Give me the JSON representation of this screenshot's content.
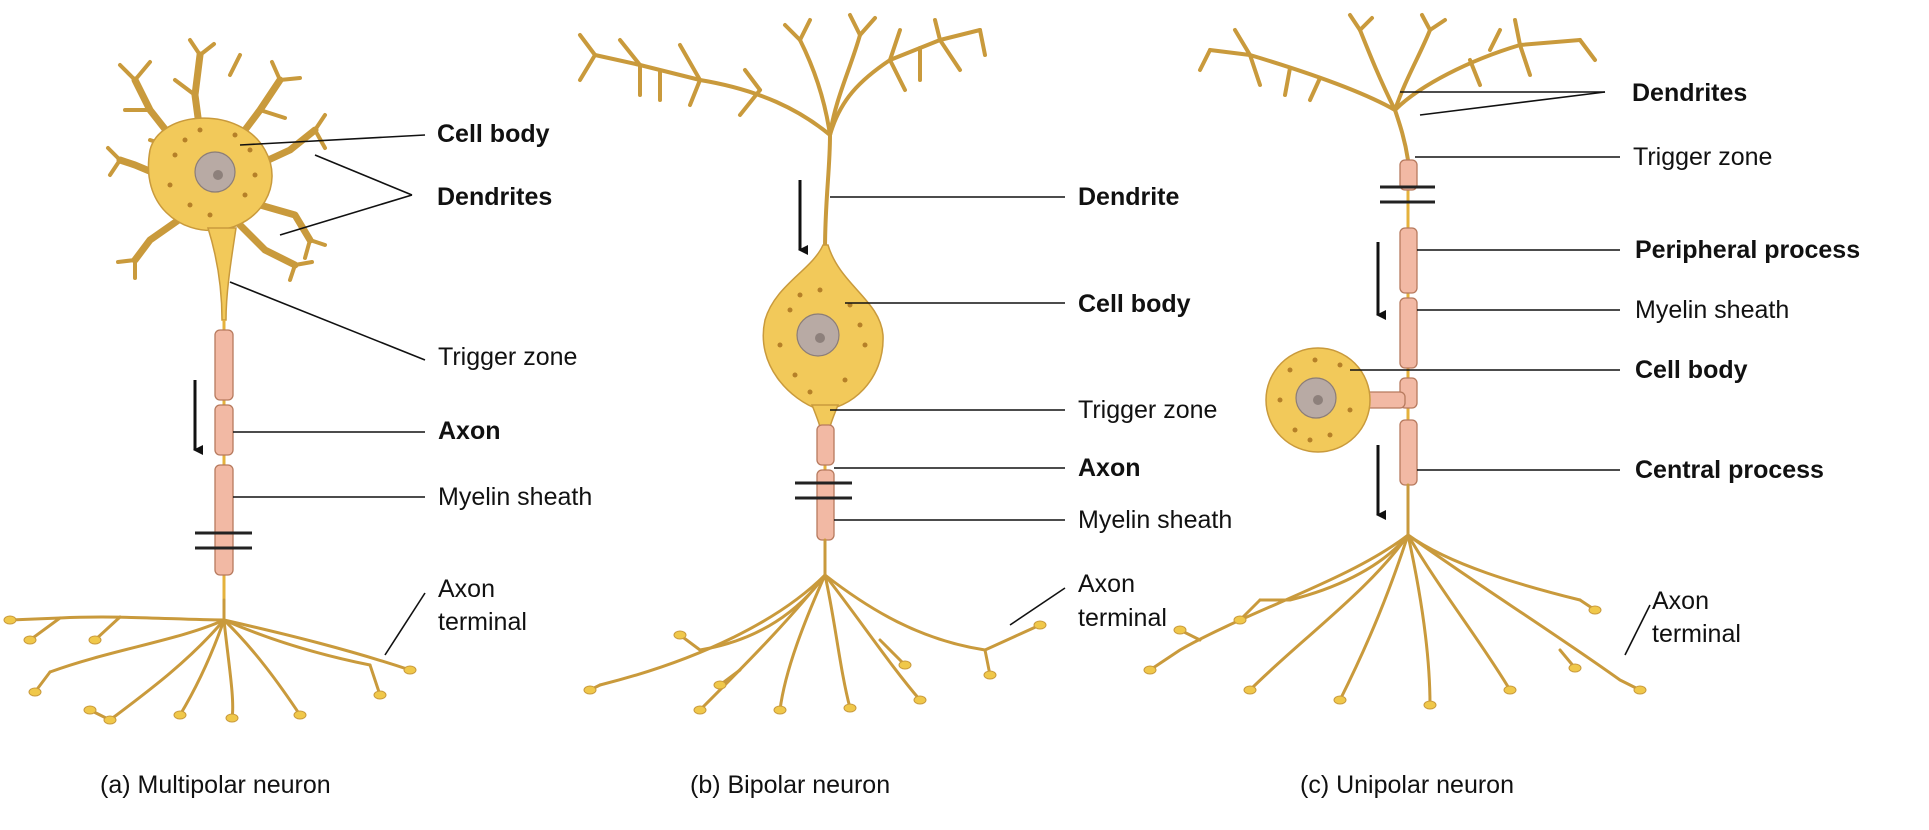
{
  "colors": {
    "neuron_fill": "#f2c95a",
    "neuron_outline": "#c99a3c",
    "myelin": "#f2b9a4",
    "nucleus": "#b8aaa4",
    "text": "#111111"
  },
  "panels": {
    "a": {
      "caption": "(a) Multipolar neuron",
      "labels": {
        "cell_body": "Cell body",
        "dendrites": "Dendrites",
        "trigger_zone": "Trigger zone",
        "axon": "Axon",
        "myelin_sheath": "Myelin sheath",
        "axon_terminal_1": "Axon",
        "axon_terminal_2": "terminal"
      }
    },
    "b": {
      "caption": "(b) Bipolar neuron",
      "labels": {
        "dendrite": "Dendrite",
        "cell_body": "Cell body",
        "trigger_zone": "Trigger zone",
        "axon": "Axon",
        "myelin_sheath": "Myelin sheath",
        "axon_terminal_1": "Axon",
        "axon_terminal_2": "terminal"
      }
    },
    "c": {
      "caption": "(c) Unipolar neuron",
      "labels": {
        "dendrites": "Dendrites",
        "trigger_zone": "Trigger zone",
        "peripheral_process": "Peripheral process",
        "myelin_sheath": "Myelin sheath",
        "cell_body": "Cell body",
        "central_process": "Central process",
        "axon_terminal_1": "Axon",
        "axon_terminal_2": "terminal"
      }
    }
  }
}
